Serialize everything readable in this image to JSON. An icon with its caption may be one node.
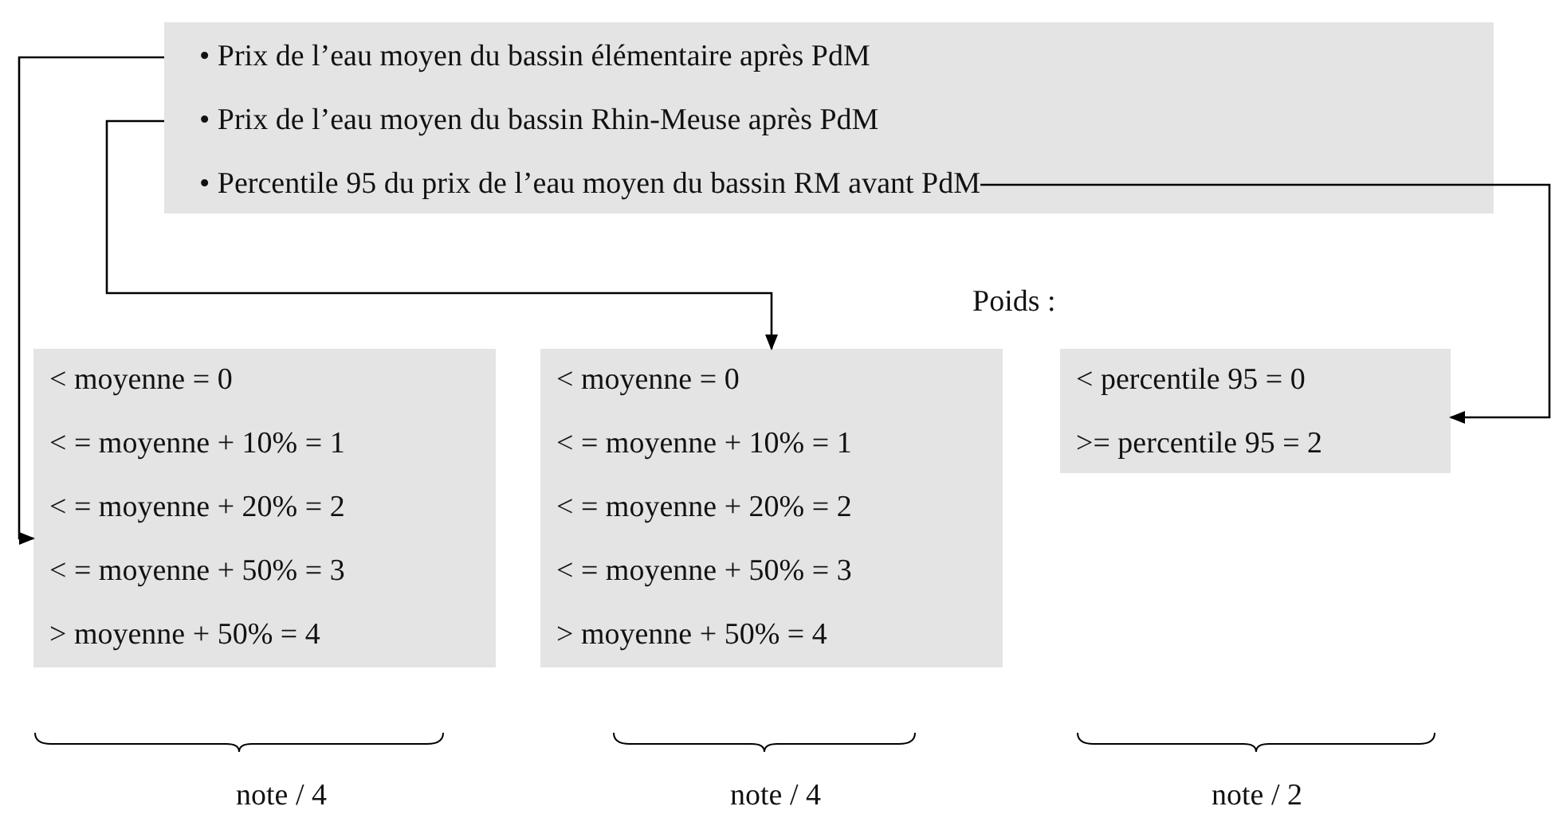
{
  "diagram": {
    "nodes": [
      {
        "text": [],
        "shape": "box"
      },
      {
        "text": [
          "• Prix de l’eau moyen du bassin élémentaire après PdM"
        ],
        "in": 0
      },
      {
        "text": [
          "• Prix de l’eau moyen du bassin Rhin-Meuse après PdM"
        ],
        "in": 0
      },
      {
        "text": [
          "• Percentile 95 du prix de l’eau moyen du bassin RM avant PdM"
        ],
        "in": 0
      },
      {
        "text": [
          "< moyenne = 0",
          "< = moyenne + 10% = 1",
          "< = moyenne + 20% = 2",
          "< = moyenne + 50% = 3",
          "> moyenne + 50% = 4"
        ]
      },
      {
        "text": [
          "< moyenne = 0",
          "< = moyenne + 10% = 1",
          "< = moyenne + 20% = 2",
          "< = moyenne + 50% = 3",
          "> moyenne + 50% = 4"
        ]
      },
      {
        "text": [
          "< percentile 95 = 0",
          ">= percentile 95 = 2"
        ]
      }
    ],
    "edges": [
      {
        "from": 1,
        "to": 4,
        "arrow": "to"
      },
      {
        "from": 2,
        "to": 5,
        "arrow": "to"
      },
      {
        "from": 3,
        "to": 6,
        "arrow": "to"
      }
    ],
    "labels": [
      "Poids :",
      "note / 4",
      "note / 4",
      "note / 2"
    ]
  }
}
